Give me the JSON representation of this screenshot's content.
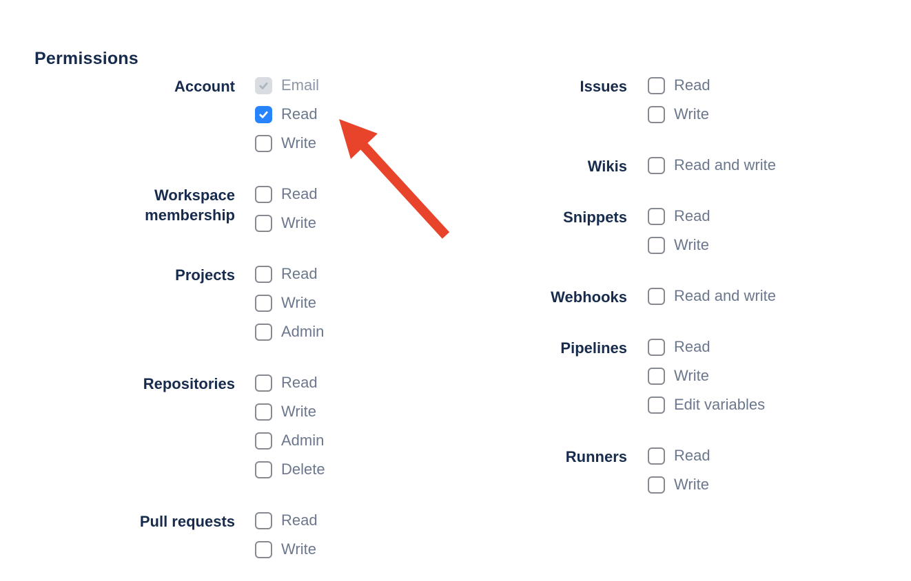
{
  "heading": "Permissions",
  "colors": {
    "background": "#FFFFFF",
    "heading_text": "#172B4D",
    "group_label_text": "#172B4D",
    "option_label_text": "#6B778C",
    "option_label_disabled_text": "#8C96A7",
    "checkbox_border": "#868A90",
    "checkbox_checked_bg": "#2684FF",
    "checkbox_check": "#FFFFFF",
    "checkbox_disabled_bg": "#D9DCE1",
    "checkbox_disabled_check": "#AFB5BF",
    "arrow": "#E8442B"
  },
  "columns": [
    {
      "groups": [
        {
          "label": "Account",
          "options": [
            {
              "label": "Email",
              "state": "checked_disabled"
            },
            {
              "label": "Read",
              "state": "checked"
            },
            {
              "label": "Write",
              "state": "unchecked"
            }
          ]
        },
        {
          "label": "Workspace membership",
          "options": [
            {
              "label": "Read",
              "state": "unchecked"
            },
            {
              "label": "Write",
              "state": "unchecked"
            }
          ]
        },
        {
          "label": "Projects",
          "options": [
            {
              "label": "Read",
              "state": "unchecked"
            },
            {
              "label": "Write",
              "state": "unchecked"
            },
            {
              "label": "Admin",
              "state": "unchecked"
            }
          ]
        },
        {
          "label": "Repositories",
          "options": [
            {
              "label": "Read",
              "state": "unchecked"
            },
            {
              "label": "Write",
              "state": "unchecked"
            },
            {
              "label": "Admin",
              "state": "unchecked"
            },
            {
              "label": "Delete",
              "state": "unchecked"
            }
          ]
        },
        {
          "label": "Pull requests",
          "options": [
            {
              "label": "Read",
              "state": "unchecked"
            },
            {
              "label": "Write",
              "state": "unchecked"
            }
          ]
        }
      ]
    },
    {
      "groups": [
        {
          "label": "Issues",
          "options": [
            {
              "label": "Read",
              "state": "unchecked"
            },
            {
              "label": "Write",
              "state": "unchecked"
            }
          ]
        },
        {
          "label": "Wikis",
          "options": [
            {
              "label": "Read and write",
              "state": "unchecked"
            }
          ]
        },
        {
          "label": "Snippets",
          "options": [
            {
              "label": "Read",
              "state": "unchecked"
            },
            {
              "label": "Write",
              "state": "unchecked"
            }
          ]
        },
        {
          "label": "Webhooks",
          "options": [
            {
              "label": "Read and write",
              "state": "unchecked"
            }
          ]
        },
        {
          "label": "Pipelines",
          "options": [
            {
              "label": "Read",
              "state": "unchecked"
            },
            {
              "label": "Write",
              "state": "unchecked"
            },
            {
              "label": "Edit variables",
              "state": "unchecked"
            }
          ]
        },
        {
          "label": "Runners",
          "options": [
            {
              "label": "Read",
              "state": "unchecked"
            },
            {
              "label": "Write",
              "state": "unchecked"
            }
          ]
        }
      ]
    }
  ],
  "annotation": {
    "type": "red-arrow",
    "points_at": "account-read-checkbox"
  }
}
